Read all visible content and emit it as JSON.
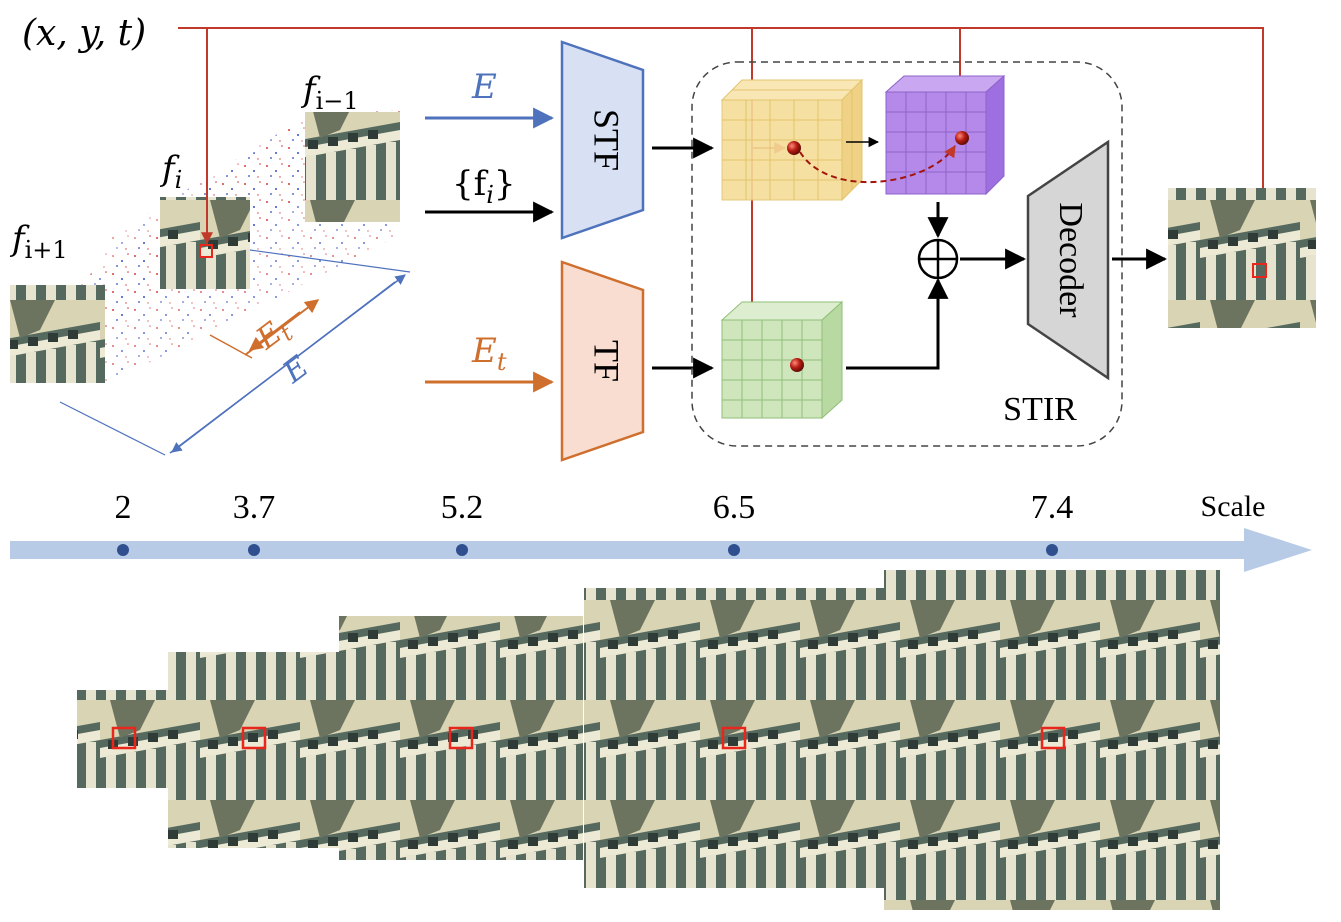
{
  "colors": {
    "red": "#c0392b",
    "blue": "#4f72bd",
    "orange": "#cf6f2e",
    "axis": "#b7cbe6",
    "axis_dot": "#2f4f8f",
    "stf_fill": "#d8e1f3",
    "tf_fill": "#f8ddd0",
    "decoder_fill": "#d6d6d6",
    "yellow_cube": "#f5dd98",
    "purple_cube": "#b489e9",
    "green_cube": "#cfe6bd",
    "highlight": "#e8261c"
  },
  "labels": {
    "query": "(x, y, t)",
    "frame_prev": "f",
    "frame_prev_sub": "i−1",
    "frame_cur": "f",
    "frame_cur_sub": "i",
    "frame_next": "f",
    "frame_next_sub": "i+1",
    "input_event": "E",
    "input_frames_open": "{f",
    "input_frames_sub": "i",
    "input_frames_close": "}",
    "input_event_t": "E",
    "input_event_t_sub": "t",
    "axis_event_t": "E",
    "axis_event_t_sub": "t",
    "axis_event": "E",
    "stf": "STF",
    "tf": "TF",
    "decoder": "Decoder",
    "stir": "STIR",
    "fuse": "⊕",
    "scale_label": "Scale"
  },
  "scales": {
    "ticks": [
      "2",
      "3.7",
      "5.2",
      "6.5",
      "7.4"
    ]
  },
  "icons": {
    "frame_image": "building-facade-thumbnail",
    "event_stream": "event-point-cloud",
    "sample_point": "sphere-point"
  }
}
